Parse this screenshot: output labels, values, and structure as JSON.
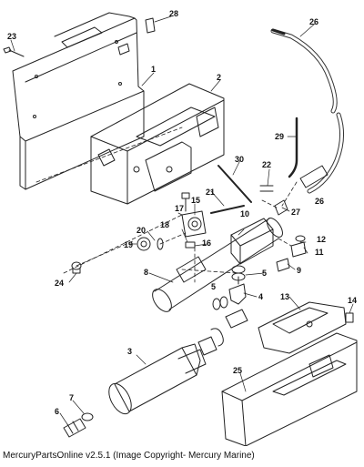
{
  "footer": {
    "text": "MercuryPartsOnline v2.5.1 (Image Copyright- Mercury Marine)"
  },
  "callouts": [
    "1",
    "2",
    "3",
    "4",
    "5",
    "5",
    "6",
    "7",
    "8",
    "9",
    "10",
    "11",
    "12",
    "13",
    "14",
    "15",
    "16",
    "17",
    "18",
    "19",
    "20",
    "21",
    "22",
    "23",
    "24",
    "25",
    "26",
    "26",
    "27",
    "28",
    "29",
    "30"
  ]
}
